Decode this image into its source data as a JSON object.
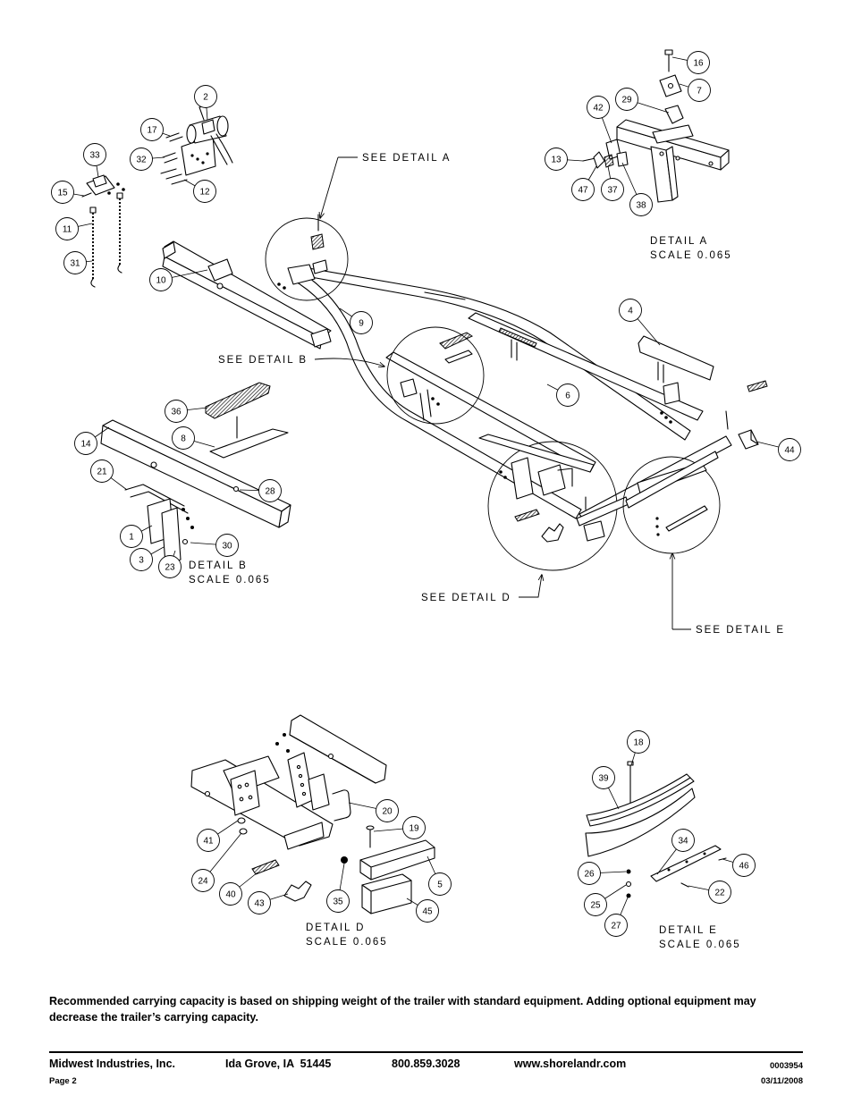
{
  "callouts": {
    "main_top_left": [
      "2",
      "17",
      "32",
      "12",
      "33",
      "15",
      "11",
      "31",
      "10"
    ],
    "detail_a": [
      "16",
      "7",
      "29",
      "42",
      "13",
      "47",
      "37",
      "38"
    ],
    "main_frame": [
      "9",
      "4",
      "6",
      "44"
    ],
    "detail_b": [
      "36",
      "8",
      "14",
      "21",
      "28",
      "1",
      "30",
      "3",
      "23"
    ],
    "detail_d": [
      "20",
      "19",
      "41",
      "5",
      "24",
      "40",
      "43",
      "35",
      "45"
    ],
    "detail_e": [
      "18",
      "39",
      "34",
      "46",
      "26",
      "22",
      "25",
      "27"
    ]
  },
  "detail_labels": {
    "see_detail_a": "SEE DETAIL A",
    "see_detail_b": "SEE DETAIL B",
    "see_detail_d": "SEE DETAIL D",
    "see_detail_e": "SEE DETAIL E",
    "detail_a": {
      "title": "DETAIL A",
      "scale": "SCALE 0.065"
    },
    "detail_b": {
      "title": "DETAIL B",
      "scale": "SCALE 0.065"
    },
    "detail_d": {
      "title": "DETAIL D",
      "scale": "SCALE 0.065"
    },
    "detail_e": {
      "title": "DETAIL E",
      "scale": "SCALE 0.065"
    }
  },
  "note": "Recommended carrying capacity is based on shipping weight of the trailer with standard equipment. Adding optional equipment may decrease the trailer’s carrying capacity.",
  "footer": {
    "company": "Midwest Industries, Inc.",
    "city": "Ida Grove, IA  51445",
    "phone": "800.859.3028",
    "website": "www.shorelandr.com",
    "doc_number": "0003954",
    "page": "Page 2",
    "date": "03/11/2008"
  }
}
